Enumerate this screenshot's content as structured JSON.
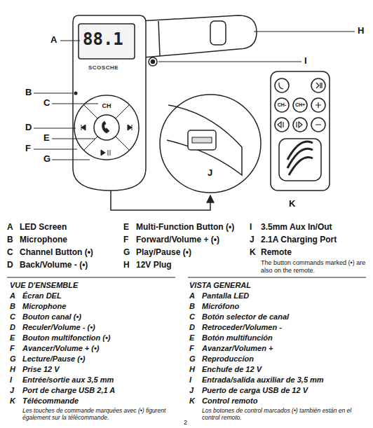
{
  "diagram": {
    "labels": [
      "A",
      "B",
      "C",
      "D",
      "E",
      "F",
      "G",
      "H",
      "I",
      "J",
      "K",
      "SCOSCHE",
      "88.1",
      "CH",
      "CH-",
      "CH+",
      "A",
      "LED Screen",
      "B",
      "Microphone",
      "C",
      "Channel Button (•)",
      "D",
      "Back/Volume - (•)",
      "E",
      "Multi-Function Button (•)",
      "F",
      "Forward/Volume + (•)",
      "G",
      "Play/Pause (•)",
      "H",
      "12V Plug",
      "I",
      "3.5mm Aux In/Out",
      "J",
      "2.1A Charging Port",
      "K",
      "Remote",
      "The button commands marked (•) are also on the remote.",
      "VUE D'ENSEMBLE",
      "A",
      "Écran DEL",
      "B",
      "Microphone",
      "C",
      "Bouton canal (•)",
      "D",
      "Reculer/Volume - (•)",
      "E",
      "Bouton multifonction (•)",
      "F",
      "Avancer/Volume + (•)",
      "G",
      "Lecture/Pause (•)",
      "H",
      "Prise 12 V",
      "I",
      "Entrée/sortie aux 3,5 mm",
      "J",
      "Port de charge USB 2,1 A",
      "K",
      "Télécommande",
      "Les touches de commande marquées avec (•) figurent également sur la télécommande.",
      "VISTA GENERAL",
      "A",
      "Pantalla LED",
      "B",
      "Micrófono",
      "C",
      "Botón selector de canal",
      "D",
      "Retroceder/Volumen -",
      "E",
      "Botón multifunción",
      "F",
      "Avanzar/Volumen +",
      "G",
      "Reproduccion",
      "H",
      "Enchufe de 12 V",
      "I",
      "Entrada/salida auxiliar de 3,5 mm",
      "J",
      "Puerto de carga USB de 12 V",
      "K",
      "Control remoto",
      "Los botones de control marcados (•) también están en el control remoto.",
      "2"
    ]
  }
}
